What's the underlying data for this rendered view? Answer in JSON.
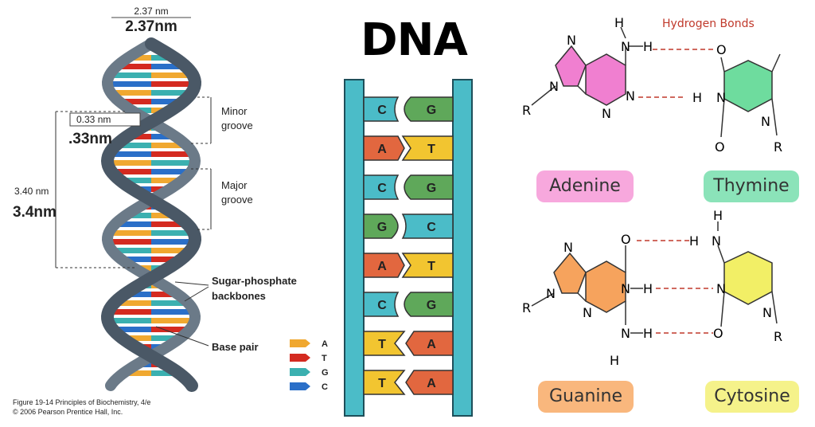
{
  "left": {
    "width_small": "2.37 nm",
    "width_big": "2.37nm",
    "rise_small": "0.33 nm",
    "rise_big": ".33nm",
    "pitch_small": "3.40 nm",
    "pitch_big": "3.4nm",
    "minor_groove": [
      "Minor",
      "groove"
    ],
    "major_groove": [
      "Major",
      "groove"
    ],
    "backbone": [
      "Sugar-phosphate",
      "backbones"
    ],
    "base_pair": "Base pair",
    "legend": [
      {
        "letter": "A",
        "color": "#f0a830"
      },
      {
        "letter": "T",
        "color": "#d42a20"
      },
      {
        "letter": "G",
        "color": "#3bb0b0"
      },
      {
        "letter": "C",
        "color": "#2a6fc8"
      }
    ],
    "caption": [
      "Figure 19-14 Principles of Biochemistry, 4/e",
      "© 2006 Pearson Prentice Hall, Inc."
    ]
  },
  "center": {
    "title": "DNA",
    "pairs": [
      {
        "left": "C",
        "right": "G"
      },
      {
        "left": "A",
        "right": "T"
      },
      {
        "left": "C",
        "right": "G"
      },
      {
        "left": "G",
        "right": "C"
      },
      {
        "left": "A",
        "right": "T"
      },
      {
        "left": "C",
        "right": "G"
      },
      {
        "left": "T",
        "right": "A"
      },
      {
        "left": "T",
        "right": "A"
      }
    ],
    "colors": {
      "A": "#e2673f",
      "T": "#f2c530",
      "G": "#5fa85a",
      "C": "#4bbcc8",
      "rail": "#4bbcc8"
    }
  },
  "right": {
    "hydrogen_bonds": "Hydrogen Bonds",
    "adenine": "Adenine",
    "thymine": "Thymine",
    "guanine": "Guanine",
    "cytosine": "Cytosine",
    "atoms": {
      "H": "H",
      "N": "N",
      "O": "O",
      "R": "R"
    },
    "colors": {
      "adenine": "#f7a8dd",
      "thymine": "#8be3b9",
      "guanine": "#f9b77d",
      "cytosine": "#f5f28a",
      "adenine_ring": "#f07fd0",
      "thymine_ring": "#6edc9e",
      "guanine_ring": "#f6a35d",
      "cytosine_ring": "#f2ef66",
      "bond": "#c0392b"
    }
  }
}
